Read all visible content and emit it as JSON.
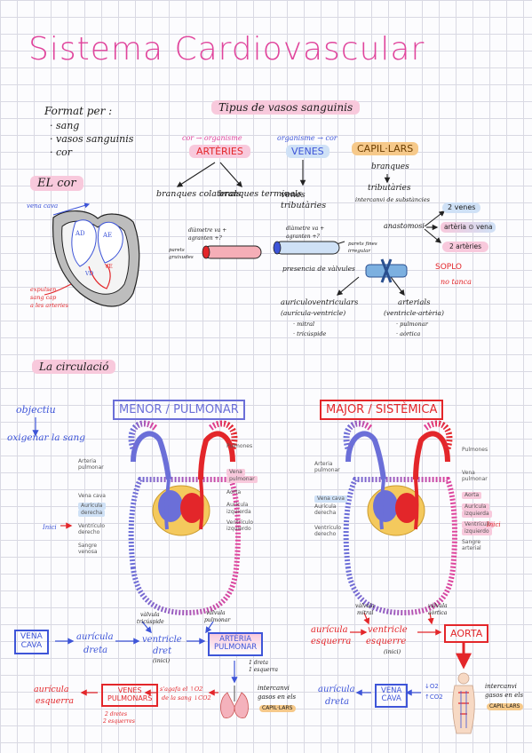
{
  "title": "Sistema Cardiovascular",
  "format_per": {
    "heading": "Format per :",
    "items": [
      "· sang",
      "· vasos sanguinis",
      "· cor"
    ]
  },
  "el_cor": {
    "heading": "EL cor",
    "vena_label": "vena cava",
    "ad": "AD",
    "ae": "AE",
    "vd": "VD",
    "ve": "VE",
    "note_lines": [
      "expulsen",
      "sang cap",
      "a les arteries"
    ]
  },
  "tipus": {
    "heading": "Tipus de vasos sanguinis",
    "arteries": {
      "above": "cor → organisme",
      "name": "ARTÈRIES",
      "branches": [
        "branques colaterals",
        "branques terminals"
      ],
      "diametre": [
        "diàmetre va +",
        "agranten +?"
      ],
      "parets": [
        "parets",
        "gruixudes"
      ]
    },
    "venes": {
      "above": "organisme → cor",
      "name": "VENES",
      "branches": "venes tributàries",
      "diametre": [
        "diàmetre va +",
        "agranten +?"
      ],
      "parets": [
        "parets fines",
        "irregular"
      ],
      "valvules": "presencia de vàlvules",
      "auriculo": [
        "auriculoventriculars",
        "(aurícula-ventricle)"
      ],
      "auriculo_items": [
        "· mitral",
        "· tricúspide"
      ],
      "arterials": [
        "arterials",
        "(ventricle-artèria)"
      ],
      "arterials_items": [
        "· pulmonar",
        "· aòrtica"
      ],
      "soplo": [
        "SOPLO",
        "no tanca"
      ]
    },
    "capil": {
      "name": "CAPIL·LARS",
      "branques": "branques",
      "tributaries": "tributàries",
      "intercanvi": "intercanvi de substàncies",
      "anastomosi": "anastomosi",
      "venes2": "2 venes",
      "arteria_vena": "artèria ⊙ vena",
      "arteries2": "2 artèries"
    }
  },
  "circulacio": {
    "heading": "La circulació",
    "objectiu": "objectiu",
    "oxigenar": "oxigenar la sang",
    "menor": "MENOR / PULMONAR",
    "major": "MAJOR / SISTÈMICA",
    "left_labels": {
      "pulmones": "Pulmones",
      "arteria_pulmonar": [
        "Arteria",
        "pulmonar"
      ],
      "vena_pulmonar": [
        "Vena",
        "pulmonar"
      ],
      "aorta": "Aorta",
      "vena_cava": "Vena cava",
      "auricula_izq": [
        "Aurícula",
        "izquierda"
      ],
      "auricula_der": [
        "Aurícula",
        "derecha"
      ],
      "ventriculo_izq": [
        "Ventrículo",
        "izquierdo"
      ],
      "ventriculo_der": [
        "Ventrículo",
        "derecho"
      ],
      "sangre_venosa": [
        "Sangre",
        "venosa"
      ],
      "inici": "Inici"
    },
    "right_labels": {
      "pulmones": "Pulmones",
      "arteria_pulmonar": [
        "Arteria",
        "pulmonar"
      ],
      "vena_pulmonar": [
        "Vena",
        "pulmonar"
      ],
      "aorta": "Aorta",
      "vena_cava": "Vena cava",
      "auricula_izq": [
        "Aurícula",
        "izquierda"
      ],
      "auricula_der": [
        "Aurícula",
        "derecha"
      ],
      "ventriculo_izq": [
        "Ventrículo",
        "izquierdo"
      ],
      "ventriculo_der": [
        "Ventrículo",
        "derecho"
      ],
      "sangre_arterial": [
        "Sangre",
        "arterial"
      ],
      "inici": "Inici"
    },
    "menor_flow": {
      "vena_cava": [
        "VENA",
        "CAVA"
      ],
      "auricula": [
        "aurícula",
        "dreta"
      ],
      "valvula_tric": [
        "vàlvula",
        "tricúspide"
      ],
      "ventricle": [
        "ventricle",
        "dret"
      ],
      "inici": "(inici)",
      "valvula_pulm": [
        "vàlvula",
        "pulmonar"
      ],
      "arteria": [
        "ARTÈRIA",
        "PULMONAR"
      ],
      "branques": [
        "1 dreta",
        "1 esquerra"
      ],
      "venes_pulm": [
        "VENES",
        "PULMONARS"
      ],
      "venes_count": [
        "2 dretes",
        "2 esquerres"
      ],
      "auricula_esq": [
        "aurícula",
        "esquerra"
      ],
      "exchange": [
        "s'agafa el ↑O2",
        "de la sang ↓CO2"
      ],
      "intercanvi": [
        "intercanvi",
        "gasos en els"
      ],
      "capil": "CAPIL·LARS"
    },
    "major_flow": {
      "valvula_mitral": [
        "vàlvula",
        "mitral"
      ],
      "valvula_aortica": [
        "vàlvula",
        "aòrtica"
      ],
      "auricula_esq": [
        "aurícula",
        "esquerra"
      ],
      "ventricle_esq": [
        "ventricle",
        "esquerre"
      ],
      "inici": "(inici)",
      "aorta": "AORTA",
      "auricula_dreta": [
        "aurícula",
        "dreta"
      ],
      "vena_cava": [
        "VENA",
        "CAVA"
      ],
      "gas": [
        "↓O2",
        "↑CO2"
      ],
      "intercanvi": [
        "intercanvi",
        "gasos en els"
      ],
      "capil": "CAPIL·LARS"
    }
  },
  "colors": {
    "pink": "#e0449c",
    "red": "#e3262a",
    "blue": "#3e55d8",
    "highlight_pink": "#f8c9dc",
    "highlight_blue": "#cfe1f6",
    "highlight_orange": "#f6c98a"
  }
}
